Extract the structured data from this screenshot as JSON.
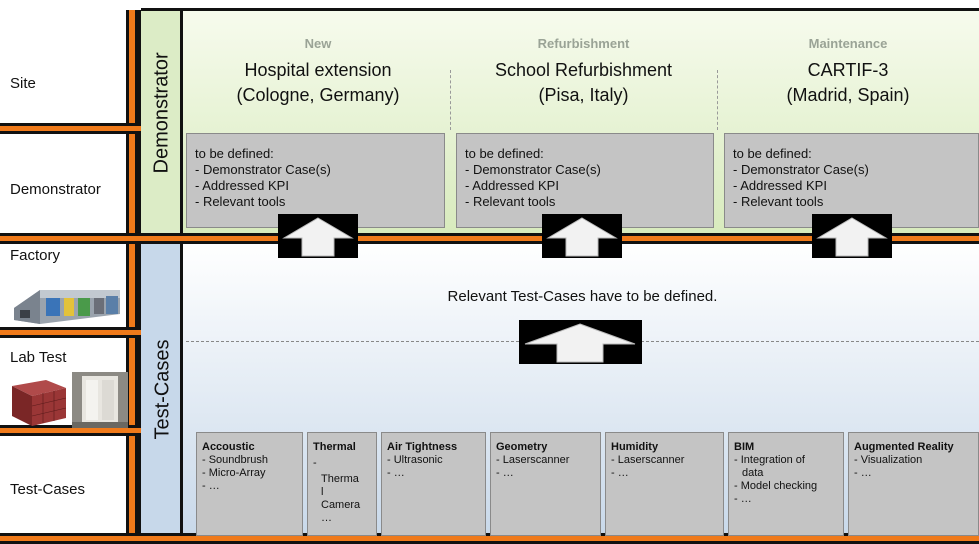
{
  "rows": {
    "site": "Site",
    "demonstrator": "Demonstrator",
    "factory": "Factory",
    "lab_test": "Lab Test",
    "test_cases": "Test-Cases"
  },
  "side": {
    "demonstrator": "Demonstrator",
    "test_cases": "Test-Cases"
  },
  "demonstrators": [
    {
      "category": "New",
      "name_line1": "Hospital extension",
      "name_line2": "(Cologne, Germany)",
      "box": [
        "to be defined:",
        "- Demonstrator Case(s)",
        "- Addressed KPI",
        "- Relevant tools"
      ]
    },
    {
      "category": "Refurbishment",
      "name_line1": "School Refurbishment",
      "name_line2": "(Pisa, Italy)",
      "box": [
        "to be defined:",
        "- Demonstrator Case(s)",
        "- Addressed KPI",
        "- Relevant tools"
      ]
    },
    {
      "category": "Maintenance",
      "name_line1": "CARTIF-3",
      "name_line2": "(Madrid, Spain)",
      "box": [
        "to be defined:",
        "- Demonstrator Case(s)",
        "- Addressed KPI",
        "- Relevant tools"
      ]
    }
  ],
  "testcase_note": "Relevant Test-Cases have to be defined.",
  "test_categories": [
    {
      "title": "Accoustic",
      "items": [
        "- Soundbrush",
        "- Micro-Array",
        "- …"
      ]
    },
    {
      "title": "Thermal",
      "items": [
        "-",
        "Therma",
        "l",
        "Camera",
        "…"
      ]
    },
    {
      "title": "Air Tightness",
      "items": [
        "- Ultrasonic",
        "- …"
      ]
    },
    {
      "title": "Geometry",
      "items": [
        "- Laserscanner",
        "- …"
      ]
    },
    {
      "title": "Humidity",
      "items": [
        "- Laserscanner",
        "- …"
      ]
    },
    {
      "title": "BIM",
      "items": [
        "- Integration of",
        "data",
        "- Model checking",
        "- …"
      ]
    },
    {
      "title": "Augmented Reality",
      "items": [
        "- Visualization",
        "- …"
      ]
    }
  ],
  "colors": {
    "separator": "#f07a1a",
    "demonstrator_band": "#dcecc6",
    "testcase_band": "#c7d8ea"
  }
}
